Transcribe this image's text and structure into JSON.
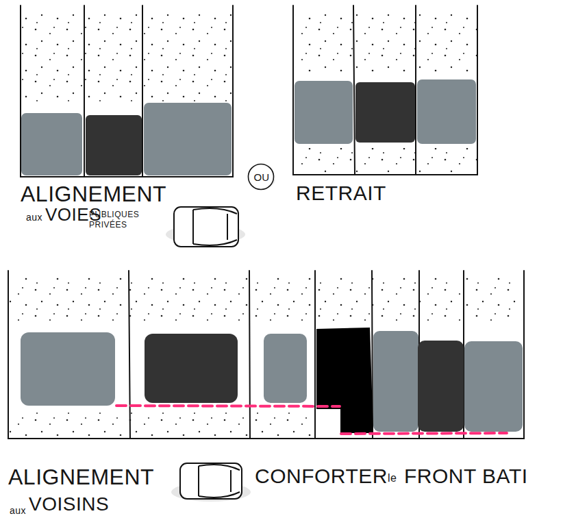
{
  "diagram": {
    "nodes": [
      {
        "text": [
          "OU"
        ]
      }
    ],
    "labels": [
      "ALIGNEMENT",
      "aux",
      "VOIES",
      "PUBLIQUES",
      "PRIVÉES",
      "RETRAIT",
      "ALIGNEMENT",
      "aux",
      "VOISINS",
      "CONFORTER",
      "le",
      "FRONT BATI"
    ]
  }
}
